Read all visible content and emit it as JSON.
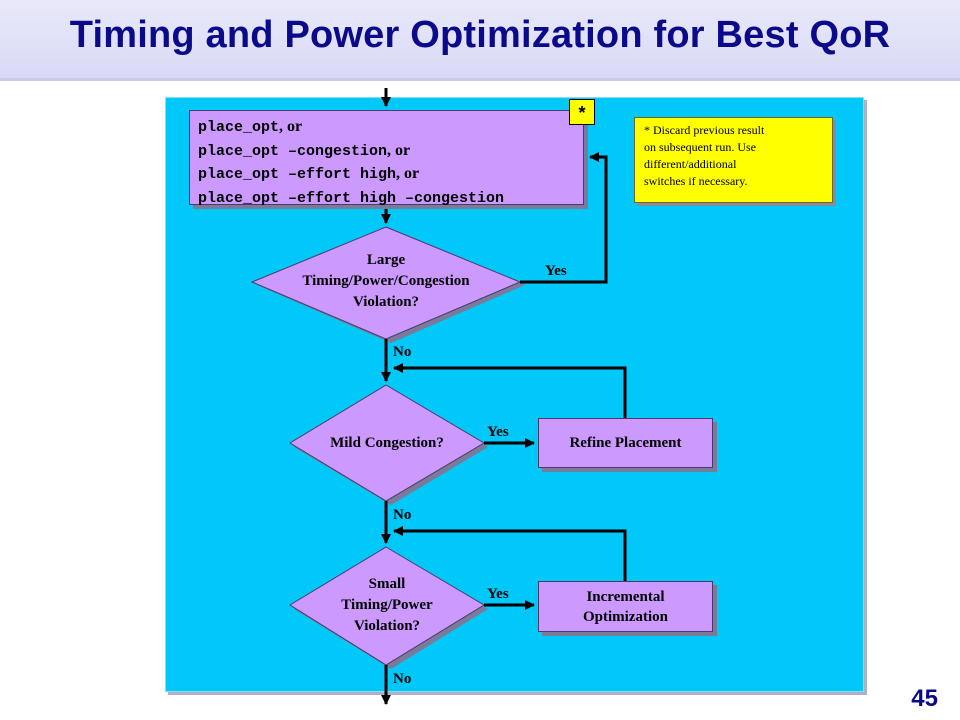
{
  "slide": {
    "title": "Timing and Power Optimization for Best QoR",
    "page_number": "45"
  },
  "flowchart": {
    "opt_box": {
      "lines": [
        {
          "cmd": "place_opt",
          "tail": ", or"
        },
        {
          "cmd": "place_opt –congestion",
          "tail": ", or"
        },
        {
          "cmd": "place_opt –effort high",
          "tail": ", or"
        },
        {
          "cmd": "place_opt –effort high –congestion",
          "tail": ""
        }
      ],
      "marker": "*"
    },
    "note": {
      "lines": [
        "* Discard previous result",
        "on subsequent run. Use",
        "different/additional",
        "switches if necessary."
      ]
    },
    "decision1": {
      "lines": [
        "Large",
        "Timing/Power/Congestion",
        "Violation?"
      ]
    },
    "decision2": {
      "lines": [
        "Mild Congestion?"
      ]
    },
    "decision3": {
      "lines": [
        "Small",
        "Timing/Power",
        "Violation?"
      ]
    },
    "refine": {
      "label": "Refine Placement"
    },
    "incremental": {
      "lines": [
        "Incremental",
        "Optimization"
      ]
    },
    "edge_labels": {
      "yes1": "Yes",
      "no1": "No",
      "yes2": "Yes",
      "no2": "No",
      "yes3": "Yes",
      "no3": "No"
    },
    "colors": {
      "panel": "#00c8f8",
      "box_fill": "#cc99ff",
      "note_fill": "#ffff00",
      "title_text": "#0a0a8a"
    }
  }
}
